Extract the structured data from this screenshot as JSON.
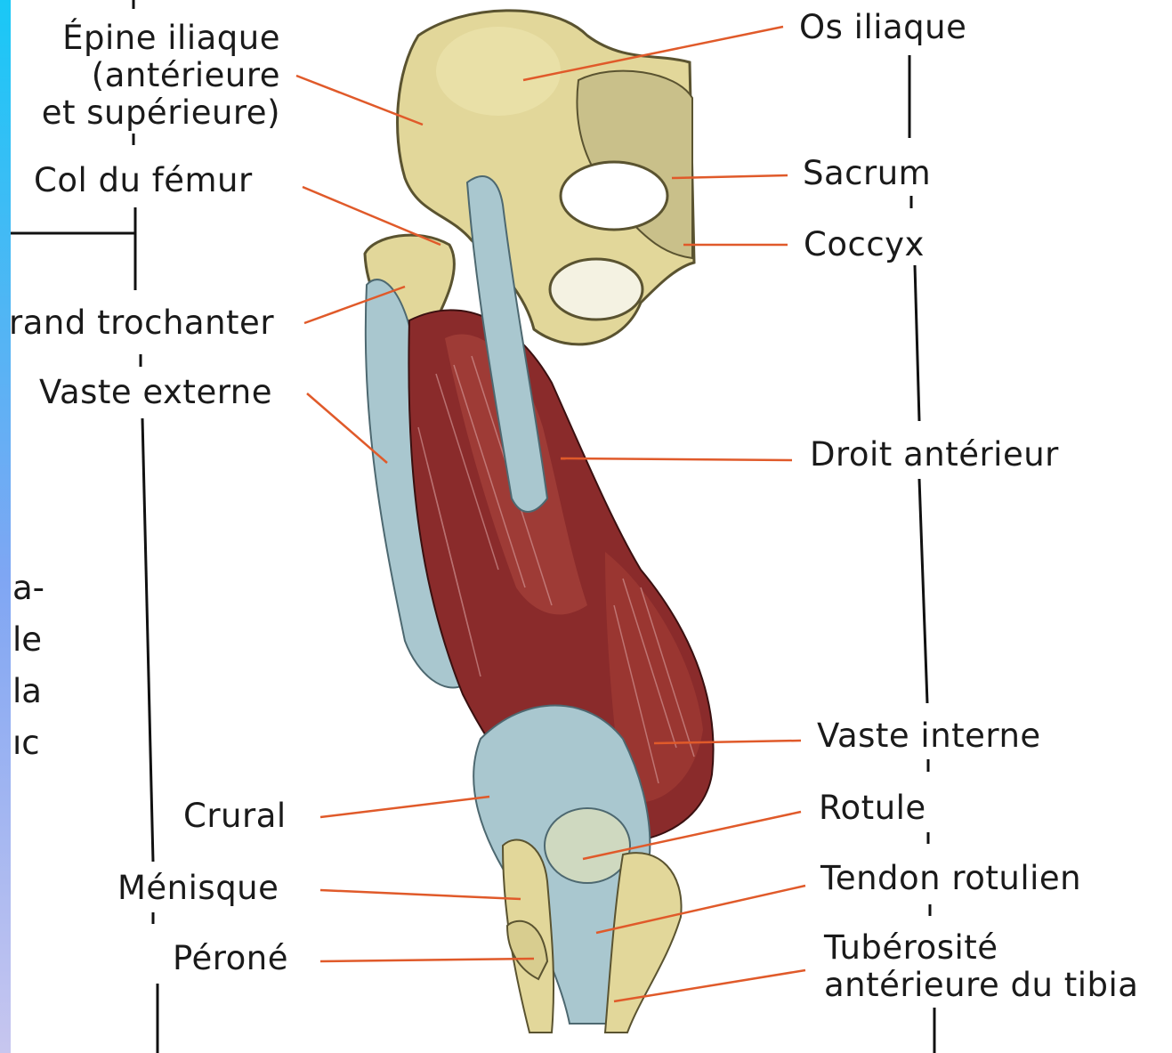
{
  "labels_left": {
    "epine_line1": "Épine iliaque",
    "epine_line2": "(antérieure",
    "epine_line3": "et supérieure)",
    "col_femur": "Col du fémur",
    "grand_trochanter": "rand trochanter",
    "vaste_externe": "Vaste externe",
    "crural": "Crural",
    "menisque": "Ménisque",
    "perone": "Péroné"
  },
  "labels_right": {
    "os_iliaque": "Os iliaque",
    "sacrum": "Sacrum",
    "coccyx": "Coccyx",
    "droit_anterieur": "Droit antérieur",
    "vaste_interne": "Vaste interne",
    "rotule": "Rotule",
    "tendon_rotulien": "Tendon rotulien",
    "tuberosite_line1": "Tubérosité",
    "tuberosite_line2": "antérieure du tibia"
  },
  "body_text_fragments": [
    "a-",
    "le",
    "la",
    "ıc"
  ],
  "colors": {
    "leader_line": "#e05a2a",
    "bone": "#e2d79a",
    "muscle": "#8a2b2b",
    "tendon": "#a9c7cf",
    "sidebar_top": "#19c8f6",
    "sidebar_bottom": "#c7c6ef"
  }
}
